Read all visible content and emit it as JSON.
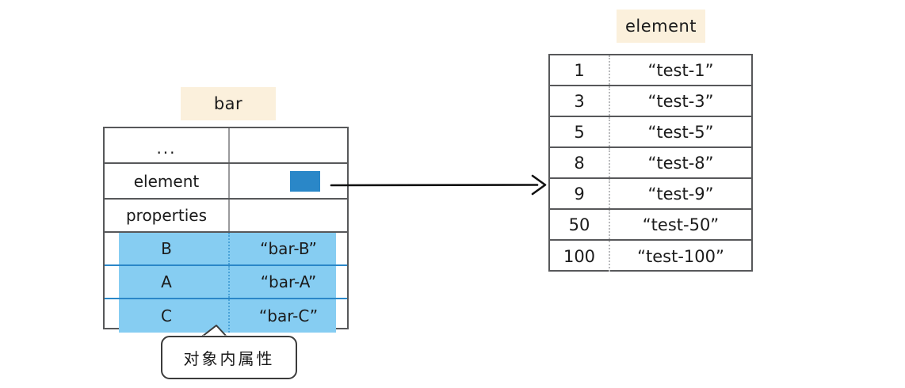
{
  "diagram": {
    "left_object": {
      "badge_label": "bar",
      "rows": [
        {
          "key": "...",
          "value": "",
          "kind": "ellipsis",
          "highlight": false
        },
        {
          "key": "element",
          "value": "",
          "kind": "reference",
          "highlight": false
        },
        {
          "key": "properties",
          "value": "",
          "kind": "plain",
          "highlight": false
        },
        {
          "key": "B",
          "value": "“bar-B”",
          "kind": "plain",
          "highlight": true
        },
        {
          "key": "A",
          "value": "“bar-A”",
          "kind": "plain",
          "highlight": true
        },
        {
          "key": "C",
          "value": "“bar-C”",
          "kind": "plain",
          "highlight": true
        }
      ]
    },
    "right_object": {
      "badge_label": "element",
      "rows": [
        {
          "index": "1",
          "value": "“test-1”"
        },
        {
          "index": "3",
          "value": "“test-3”"
        },
        {
          "index": "5",
          "value": "“test-5”"
        },
        {
          "index": "8",
          "value": "“test-8”"
        },
        {
          "index": "9",
          "value": "“test-9”"
        },
        {
          "index": "50",
          "value": "“test-50”"
        },
        {
          "index": "100",
          "value": "“test-100”"
        }
      ]
    },
    "callout": {
      "text": "对象内属性"
    },
    "connector": {
      "label": "reference-arrow",
      "from": "bar.element",
      "to": "element-table"
    },
    "colors": {
      "badge_background": "#fbf0dc",
      "highlight_row": "#86cdf2",
      "reference_square": "#2a87c8",
      "table_border": "#57585a",
      "text": "#1b1b1b"
    }
  }
}
